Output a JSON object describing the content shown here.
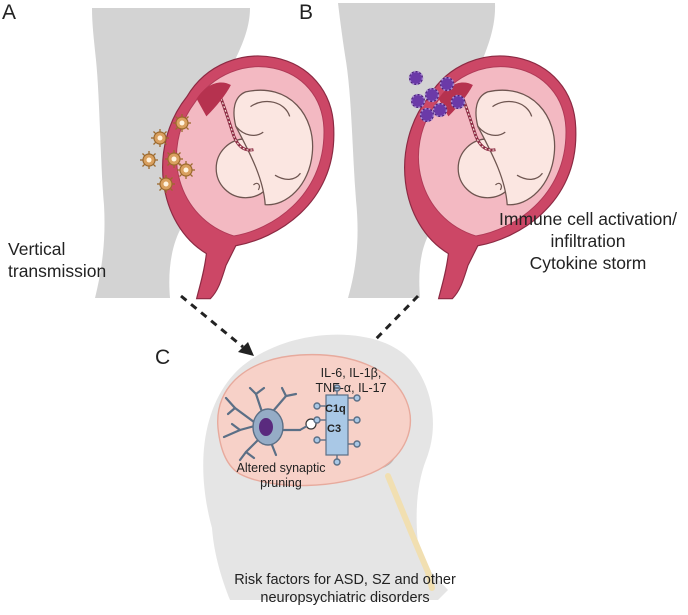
{
  "panels": {
    "a": {
      "letter": "A",
      "caption_line1": "Vertical",
      "caption_line2": "transmission"
    },
    "b": {
      "letter": "B",
      "caption_line1": "Immune cell activation/",
      "caption_line2": "infiltration",
      "caption_line3": "Cytokine storm"
    },
    "c": {
      "letter": "C",
      "cytokines_line1": "IL-6, IL-1β,",
      "cytokines_line2": "TNF-α, IL-17",
      "complement_c1q": "C1q",
      "complement_c3": "C3",
      "pruning_line1": "Altered synaptic",
      "pruning_line2": "pruning",
      "outcome_line1": "Risk factors for ASD, SZ and other",
      "outcome_line2": "neuropsychiatric disorders"
    }
  },
  "colors": {
    "silhouette": "#d3d3d3",
    "uterus": "#cc4766",
    "amniotic": "#f3b9c2",
    "fetus": "#fbe6e1",
    "virus": "#d9a05f",
    "immune_cell": "#6b3aa8",
    "brain": "#f7d1c8",
    "microglia": "#95acc6",
    "synapse": "#a9c8e6",
    "spine": "#f1dfb1"
  }
}
